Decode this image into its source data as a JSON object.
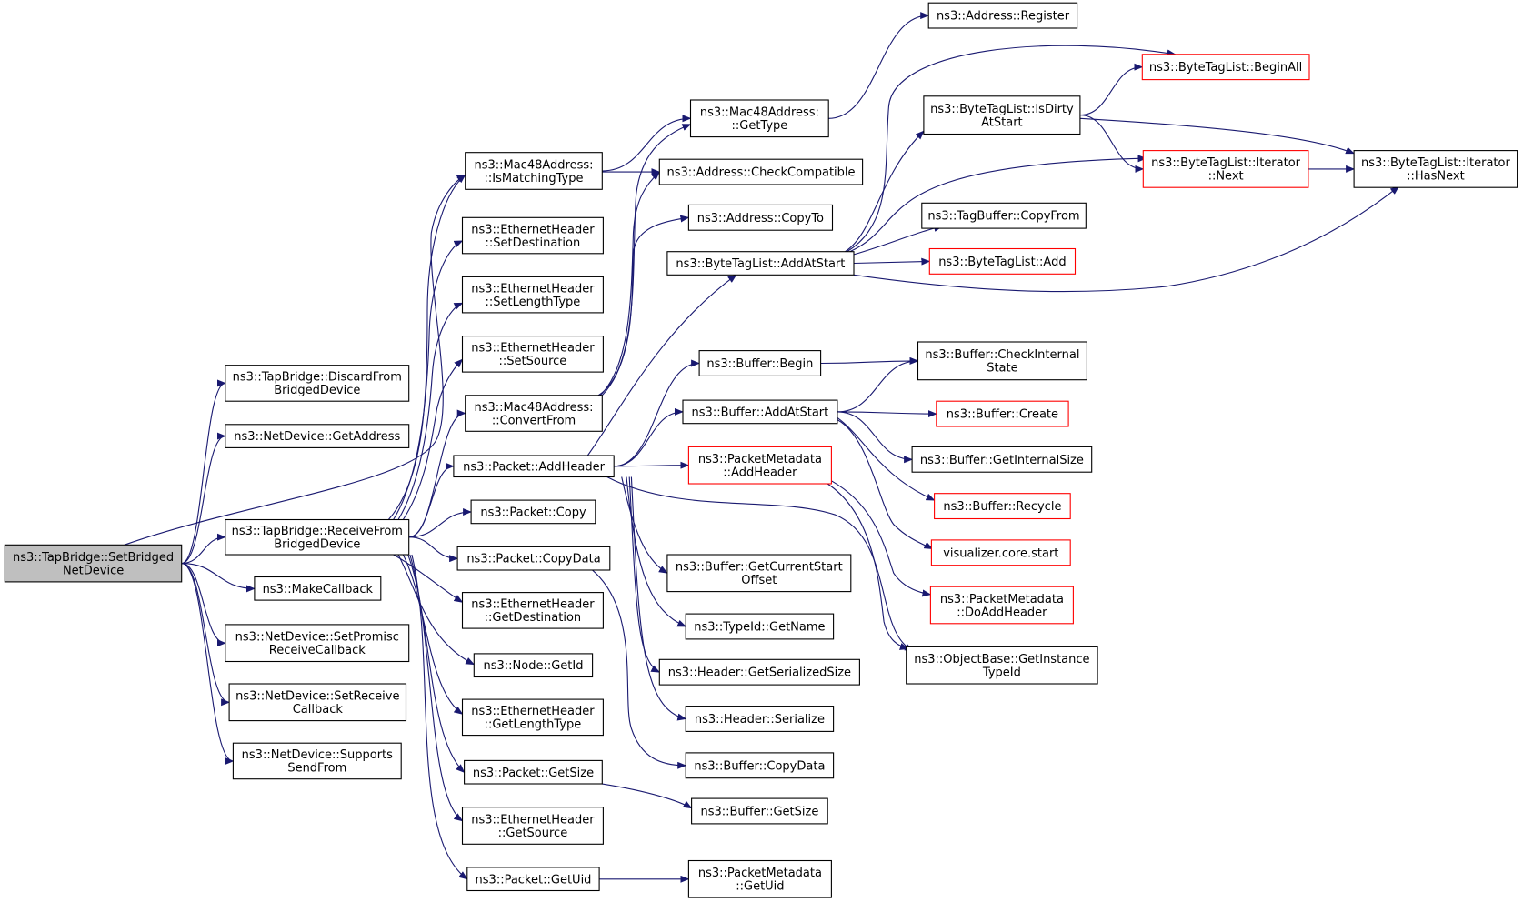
{
  "colors": {
    "edge": "#191970",
    "root_fill": "#bfbfbf",
    "box_fill": "#ffffff",
    "box_border": "#000000",
    "truncated_border": "#ff0000"
  },
  "nodes": [
    {
      "id": "setbridged",
      "lines": [
        "ns3::TapBridge::SetBridged",
        "NetDevice"
      ],
      "root": true
    },
    {
      "id": "discard",
      "lines": [
        "ns3::TapBridge::DiscardFrom",
        "BridgedDevice"
      ]
    },
    {
      "id": "getaddress",
      "lines": [
        "ns3::NetDevice::GetAddress"
      ]
    },
    {
      "id": "receivefrom",
      "lines": [
        "ns3::TapBridge::ReceiveFrom",
        "BridgedDevice"
      ]
    },
    {
      "id": "makecallback",
      "lines": [
        "ns3::MakeCallback"
      ]
    },
    {
      "id": "setpromisc",
      "lines": [
        "ns3::NetDevice::SetPromisc",
        "ReceiveCallback"
      ]
    },
    {
      "id": "setreceive",
      "lines": [
        "ns3::NetDevice::SetReceive",
        "Callback"
      ]
    },
    {
      "id": "supports",
      "lines": [
        "ns3::NetDevice::Supports",
        "SendFrom"
      ]
    },
    {
      "id": "ismatching",
      "lines": [
        "ns3::Mac48Address:",
        "::IsMatchingType"
      ]
    },
    {
      "id": "setdest",
      "lines": [
        "ns3::EthernetHeader",
        "::SetDestination"
      ]
    },
    {
      "id": "setlength",
      "lines": [
        "ns3::EthernetHeader",
        "::SetLengthType"
      ]
    },
    {
      "id": "setsource",
      "lines": [
        "ns3::EthernetHeader",
        "::SetSource"
      ]
    },
    {
      "id": "convertfrom",
      "lines": [
        "ns3::Mac48Address:",
        "::ConvertFrom"
      ]
    },
    {
      "id": "addheader",
      "lines": [
        "ns3::Packet::AddHeader"
      ]
    },
    {
      "id": "copy",
      "lines": [
        "ns3::Packet::Copy"
      ]
    },
    {
      "id": "copydata",
      "lines": [
        "ns3::Packet::CopyData"
      ]
    },
    {
      "id": "getdest",
      "lines": [
        "ns3::EthernetHeader",
        "::GetDestination"
      ]
    },
    {
      "id": "getid",
      "lines": [
        "ns3::Node::GetId"
      ]
    },
    {
      "id": "getlengthtype",
      "lines": [
        "ns3::EthernetHeader",
        "::GetLengthType"
      ]
    },
    {
      "id": "getsize",
      "lines": [
        "ns3::Packet::GetSize"
      ]
    },
    {
      "id": "getsource",
      "lines": [
        "ns3::EthernetHeader",
        "::GetSource"
      ]
    },
    {
      "id": "getuid",
      "lines": [
        "ns3::Packet::GetUid"
      ]
    },
    {
      "id": "gettype",
      "lines": [
        "ns3::Mac48Address:",
        "::GetType"
      ]
    },
    {
      "id": "checkcompat",
      "lines": [
        "ns3::Address::CheckCompatible"
      ]
    },
    {
      "id": "copyto",
      "lines": [
        "ns3::Address::CopyTo"
      ]
    },
    {
      "id": "btl_addatstart",
      "lines": [
        "ns3::ByteTagList::AddAtStart"
      ]
    },
    {
      "id": "buf_begin",
      "lines": [
        "ns3::Buffer::Begin"
      ]
    },
    {
      "id": "buf_addatstart",
      "lines": [
        "ns3::Buffer::AddAtStart"
      ]
    },
    {
      "id": "pm_addheader",
      "lines": [
        "ns3::PacketMetadata",
        "::AddHeader"
      ],
      "truncated": true
    },
    {
      "id": "buf_getcurrent",
      "lines": [
        "ns3::Buffer::GetCurrentStart",
        "Offset"
      ]
    },
    {
      "id": "typeid_getname",
      "lines": [
        "ns3::TypeId::GetName"
      ]
    },
    {
      "id": "hdr_getser",
      "lines": [
        "ns3::Header::GetSerializedSize"
      ]
    },
    {
      "id": "hdr_serialize",
      "lines": [
        "ns3::Header::Serialize"
      ]
    },
    {
      "id": "buf_copydata",
      "lines": [
        "ns3::Buffer::CopyData"
      ]
    },
    {
      "id": "buf_getsize",
      "lines": [
        "ns3::Buffer::GetSize"
      ]
    },
    {
      "id": "pm_getuid",
      "lines": [
        "ns3::PacketMetadata",
        "::GetUid"
      ]
    },
    {
      "id": "addr_register",
      "lines": [
        "ns3::Address::Register"
      ]
    },
    {
      "id": "btl_isdirty",
      "lines": [
        "ns3::ByteTagList::IsDirty",
        "AtStart"
      ]
    },
    {
      "id": "tagbuf_copyfrom",
      "lines": [
        "ns3::TagBuffer::CopyFrom"
      ]
    },
    {
      "id": "btl_add",
      "lines": [
        "ns3::ByteTagList::Add"
      ],
      "truncated": true
    },
    {
      "id": "buf_checkinternal",
      "lines": [
        "ns3::Buffer::CheckInternal",
        "State"
      ]
    },
    {
      "id": "buf_create",
      "lines": [
        "ns3::Buffer::Create"
      ],
      "truncated": true
    },
    {
      "id": "buf_getinternal",
      "lines": [
        "ns3::Buffer::GetInternalSize"
      ]
    },
    {
      "id": "buf_recycle",
      "lines": [
        "ns3::Buffer::Recycle"
      ],
      "truncated": true
    },
    {
      "id": "visualizer",
      "lines": [
        "visualizer.core.start"
      ],
      "truncated": true
    },
    {
      "id": "pm_doaddheader",
      "lines": [
        "ns3::PacketMetadata",
        "::DoAddHeader"
      ],
      "truncated": true
    },
    {
      "id": "objbase_getinstance",
      "lines": [
        "ns3::ObjectBase::GetInstance",
        "TypeId"
      ]
    },
    {
      "id": "btl_beginall",
      "lines": [
        "ns3::ByteTagList::BeginAll"
      ],
      "truncated": true
    },
    {
      "id": "btl_iter_next",
      "lines": [
        "ns3::ByteTagList::Iterator",
        "::Next"
      ],
      "truncated": true
    },
    {
      "id": "btl_iter_hasnext",
      "lines": [
        "ns3::ByteTagList::Iterator",
        "::HasNext"
      ]
    }
  ],
  "edges": [
    [
      "setbridged",
      "discard"
    ],
    [
      "setbridged",
      "getaddress"
    ],
    [
      "setbridged",
      "ismatching"
    ],
    [
      "setbridged",
      "receivefrom"
    ],
    [
      "setbridged",
      "makecallback"
    ],
    [
      "setbridged",
      "setpromisc"
    ],
    [
      "setbridged",
      "setreceive"
    ],
    [
      "setbridged",
      "supports"
    ],
    [
      "receivefrom",
      "ismatching"
    ],
    [
      "receivefrom",
      "setdest"
    ],
    [
      "receivefrom",
      "setlength"
    ],
    [
      "receivefrom",
      "setsource"
    ],
    [
      "receivefrom",
      "convertfrom"
    ],
    [
      "receivefrom",
      "addheader"
    ],
    [
      "receivefrom",
      "copy"
    ],
    [
      "receivefrom",
      "copydata"
    ],
    [
      "receivefrom",
      "getdest"
    ],
    [
      "receivefrom",
      "getid"
    ],
    [
      "receivefrom",
      "getlengthtype"
    ],
    [
      "receivefrom",
      "getsize"
    ],
    [
      "receivefrom",
      "getsource"
    ],
    [
      "receivefrom",
      "getuid"
    ],
    [
      "ismatching",
      "gettype"
    ],
    [
      "ismatching",
      "checkcompat"
    ],
    [
      "convertfrom",
      "gettype"
    ],
    [
      "convertfrom",
      "checkcompat"
    ],
    [
      "convertfrom",
      "copyto"
    ],
    [
      "addheader",
      "btl_addatstart"
    ],
    [
      "addheader",
      "buf_begin"
    ],
    [
      "addheader",
      "buf_addatstart"
    ],
    [
      "addheader",
      "pm_addheader"
    ],
    [
      "addheader",
      "buf_getcurrent"
    ],
    [
      "addheader",
      "typeid_getname"
    ],
    [
      "addheader",
      "hdr_getser"
    ],
    [
      "addheader",
      "hdr_serialize"
    ],
    [
      "addheader",
      "objbase_getinstance"
    ],
    [
      "copydata",
      "buf_copydata"
    ],
    [
      "getsize",
      "buf_getsize"
    ],
    [
      "getuid",
      "pm_getuid"
    ],
    [
      "gettype",
      "addr_register"
    ],
    [
      "btl_addatstart",
      "btl_isdirty"
    ],
    [
      "btl_addatstart",
      "tagbuf_copyfrom"
    ],
    [
      "btl_addatstart",
      "btl_add"
    ],
    [
      "btl_addatstart",
      "btl_beginall"
    ],
    [
      "btl_addatstart",
      "btl_iter_next"
    ],
    [
      "btl_addatstart",
      "btl_iter_hasnext"
    ],
    [
      "buf_begin",
      "buf_checkinternal"
    ],
    [
      "buf_addatstart",
      "buf_checkinternal"
    ],
    [
      "buf_addatstart",
      "buf_create"
    ],
    [
      "buf_addatstart",
      "buf_getinternal"
    ],
    [
      "buf_addatstart",
      "buf_recycle"
    ],
    [
      "buf_addatstart",
      "visualizer"
    ],
    [
      "pm_addheader",
      "pm_doaddheader"
    ],
    [
      "pm_addheader",
      "objbase_getinstance"
    ],
    [
      "btl_isdirty",
      "btl_beginall"
    ],
    [
      "btl_isdirty",
      "btl_iter_next"
    ],
    [
      "btl_isdirty",
      "btl_iter_hasnext"
    ],
    [
      "btl_iter_next",
      "btl_iter_hasnext"
    ]
  ]
}
